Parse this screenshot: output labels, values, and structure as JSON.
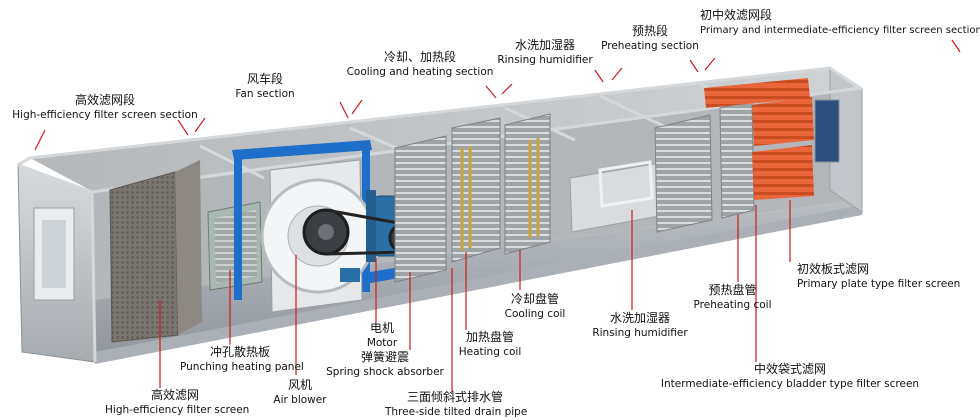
{
  "sections": [
    {
      "cn": "高效滤网段",
      "en": "High-efficiency filter screen section"
    },
    {
      "cn": "风车段",
      "en": "Fan section"
    },
    {
      "cn": "冷却、加热段",
      "en": "Cooling and heating section"
    },
    {
      "cn": "水洗加湿器",
      "en": "Rinsing humidifier"
    },
    {
      "cn": "预热段",
      "en": "Preheating section"
    },
    {
      "cn": "初中效滤网段",
      "en": "Primary and intermediate-efficiency filter screen section"
    }
  ],
  "components": [
    {
      "cn": "高效滤网",
      "en": "High-efficiency filter screen"
    },
    {
      "cn": "冲孔散热板",
      "en": "Punching heating panel"
    },
    {
      "cn": "风机",
      "en": "Air blower"
    },
    {
      "cn": "电机",
      "en": "Motor"
    },
    {
      "cn": "弹簧避震",
      "en": "Spring shock absorber"
    },
    {
      "cn": "三面倾斜式排水管",
      "en": "Three-side tilted drain pipe"
    },
    {
      "cn": "加热盘管",
      "en": "Heating coil"
    },
    {
      "cn": "冷却盘管",
      "en": "Cooling coil"
    },
    {
      "cn": "水洗加湿器",
      "en": "Rinsing humidifier"
    },
    {
      "cn": "预热盘管",
      "en": "Preheating coil"
    },
    {
      "cn": "初效板式滤网",
      "en": "Primary plate type filter screen"
    },
    {
      "cn": "中效袋式滤网",
      "en": "Intermediate-efficiency bladder type filter screen"
    }
  ],
  "colors": {
    "frame_blue": "#1e6fc9",
    "motor_blue": "#2a6fa6",
    "filter_orange": "#e8663a",
    "casing": "#c9cdd1"
  }
}
